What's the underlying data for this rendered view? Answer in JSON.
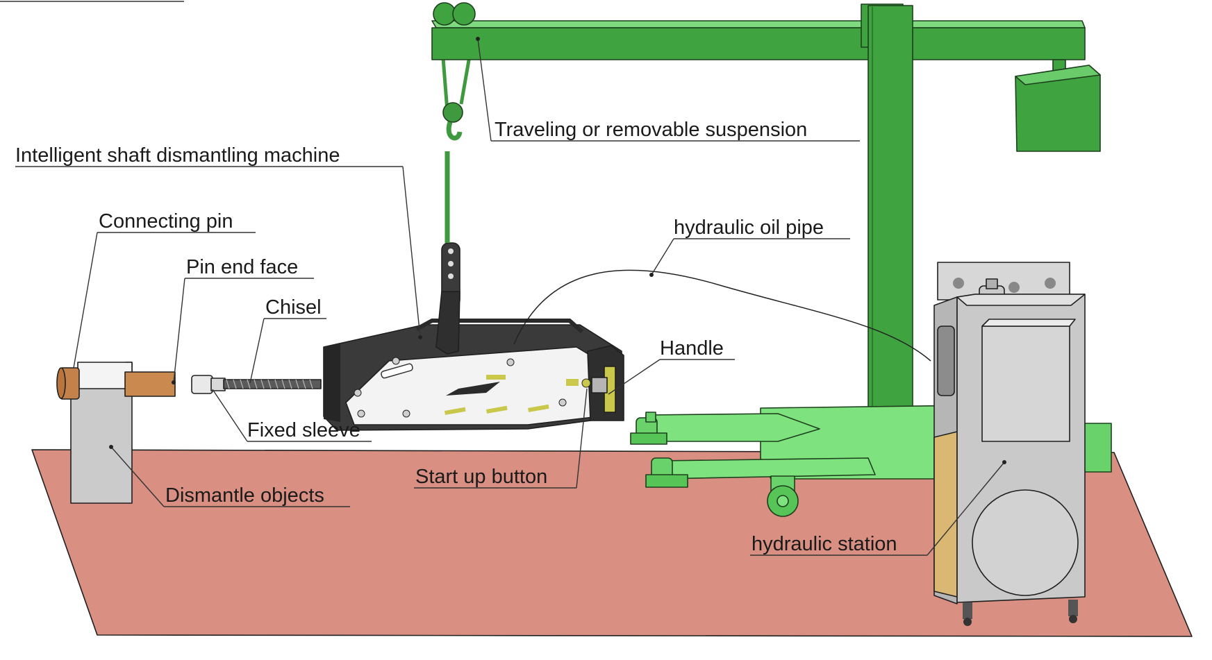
{
  "labels": {
    "traveling_suspension": "Traveling or removable suspension",
    "intelligent_machine": "Intelligent shaft dismantling machine",
    "connecting_pin": "Connecting pin",
    "hydraulic_oil_pipe": "hydraulic oil pipe",
    "pin_end_face": "Pin end face",
    "chisel": "Chisel",
    "handle": "Handle",
    "fixed_sleeve": "Fixed sleeve",
    "start_up_button": "Start up button",
    "dismantle_objects": "Dismantle objects",
    "hydraulic_station": "hydraulic station"
  },
  "colors": {
    "floor": "#d98f82",
    "crane_green": "#3fa33f",
    "base_green": "#7ee27e",
    "station_gray": "#c8c8c8",
    "machine_dark": "#3a3a3a",
    "machine_light": "#f2f2f2",
    "pin_copper": "#c98a55",
    "object_gray": "#c7c7c7"
  }
}
